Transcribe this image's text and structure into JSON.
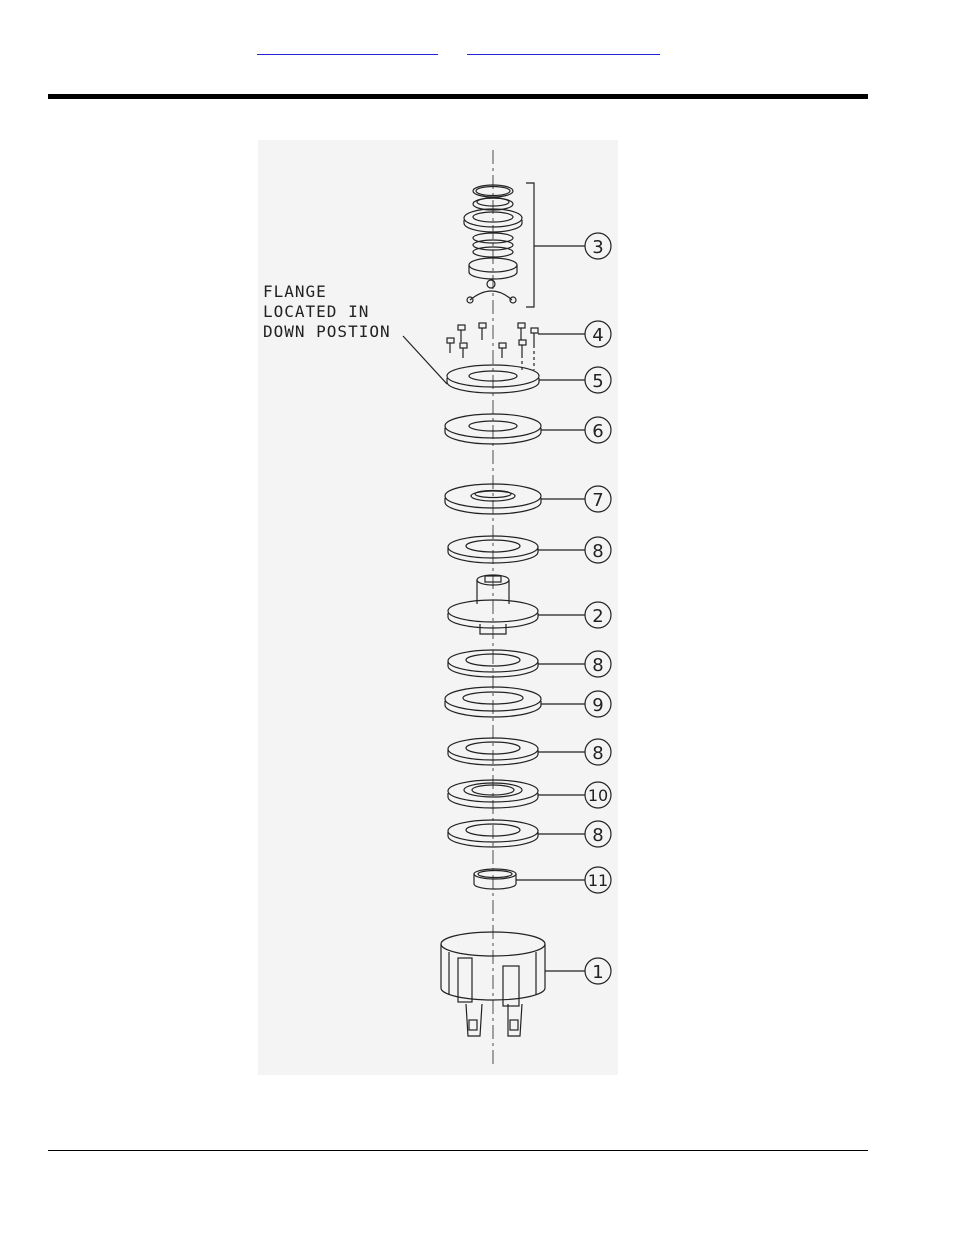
{
  "nav_links": [
    "",
    ""
  ],
  "note_lines": [
    "FLANGE",
    "LOCATED IN",
    "DOWN POSTION"
  ],
  "callouts": [
    {
      "label": "3"
    },
    {
      "label": "4"
    },
    {
      "label": "5"
    },
    {
      "label": "6"
    },
    {
      "label": "7"
    },
    {
      "label": "8"
    },
    {
      "label": "2"
    },
    {
      "label": "8"
    },
    {
      "label": "9"
    },
    {
      "label": "8"
    },
    {
      "label": "10"
    },
    {
      "label": "8"
    },
    {
      "label": "11"
    },
    {
      "label": "1"
    }
  ],
  "colors": {
    "link": "#2323d8",
    "line": "#222222",
    "panel": "#f4f4f4"
  }
}
